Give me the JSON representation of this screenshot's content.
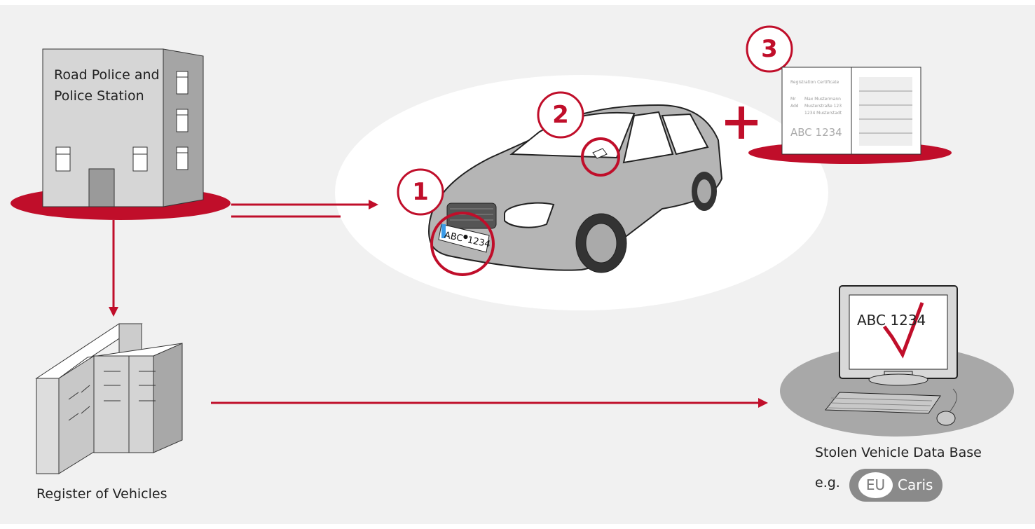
{
  "labels": {
    "police": "Road Police and Police Station",
    "register": "Register of Vehicles",
    "stolen_db": "Stolen Vehicle Data Base",
    "eg": "e.g."
  },
  "badge": {
    "eu": "EU",
    "caris": "Caris"
  },
  "numbers": {
    "n1": "1",
    "n2": "2",
    "n3": "3"
  },
  "plate": "ABC",
  "plate_num": "1234",
  "screen": "ABC 1234",
  "doc": {
    "title": "Registration Certificate",
    "mr": "Mr",
    "name": "Max Mustermann",
    "add": "Add",
    "street": "Musterstraße 123",
    "city": "1234 Musterstadt",
    "plate": "ABC 1234"
  },
  "colors": {
    "red": "#c00e2a",
    "bg": "#f1f1f1",
    "grey": "#a8a8a8"
  }
}
